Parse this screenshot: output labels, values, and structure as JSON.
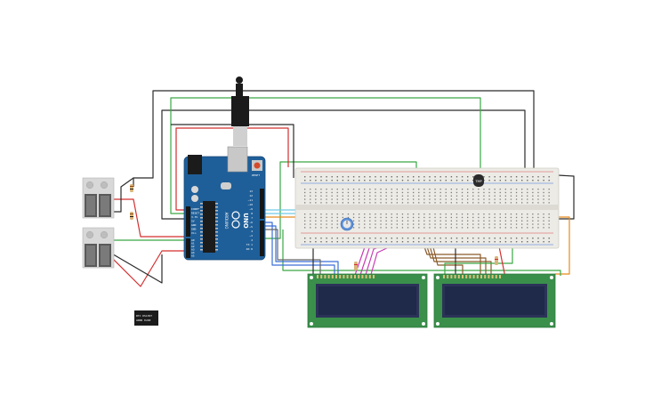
{
  "board": {
    "brand": "UNO",
    "logo_text": "ARDUINO",
    "reset_label": "RESET",
    "power_labels": [
      "IOREF",
      "RESET",
      "3.3V",
      "5V",
      "GND",
      "GND",
      "Vin"
    ],
    "analog_labels": [
      "A0",
      "A1",
      "A2",
      "A3",
      "A4",
      "A5"
    ],
    "digital_labels": [
      "13",
      "12",
      "~11",
      "~10",
      "~9",
      "8",
      "7",
      "~6",
      "~5",
      "4",
      "~3",
      "2",
      "TX 1",
      "RX 0"
    ]
  },
  "lcd_left": {
    "pin_count": 16
  },
  "lcd_right": {
    "pin_count": 16
  },
  "sensor": {
    "label": "TMP"
  },
  "small_module": {
    "lines": [
      "RTC DS1307",
      "ADDR 0x68"
    ]
  },
  "colors": {
    "arduino": "#1f5f99",
    "breadboard": "#ecebe6",
    "lcd_board": "#3a8f4a",
    "lcd_screen": "#1f2a4a",
    "relay": "#dcdcdc",
    "wire_black": "#2b2b2b",
    "wire_green": "#3aa845",
    "wire_red": "#d32f2f",
    "wire_orange": "#e88a1a",
    "wire_blue": "#3a6ed8",
    "wire_cyan": "#6ec9e6",
    "wire_magenta": "#c83cb4",
    "wire_brown": "#8a5a2a"
  }
}
